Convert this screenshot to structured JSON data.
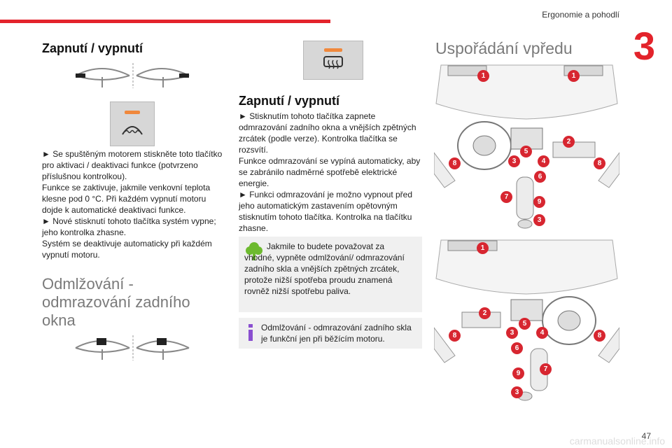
{
  "header": {
    "title": "Ergonomie a pohodlí",
    "chapter": "3"
  },
  "left": {
    "heading": "Zapnutí / vypnutí",
    "paragraphs": [
      "► Se spuštěným motorem stiskněte toto tlačítko pro aktivaci / deaktivaci funkce (potvrzeno příslušnou kontrolkou).",
      "Funkce se zaktivuje, jakmile venkovní teplota klesne pod 0 °C. Při každém vypnutí motoru dojde k automatické deaktivaci funkce.",
      "► Nové stisknutí tohoto tlačítka systém vypne; jeho kontrolka zhasne.",
      "Systém se deaktivuje automaticky při každém vypnutí motoru."
    ],
    "heading2_line1": "Odmlžování -",
    "heading2_line2": "odmrazování zadního",
    "heading2_line3": "okna"
  },
  "middle": {
    "heading": "Zapnutí / vypnutí",
    "paragraphs": [
      "► Stisknutím tohoto tlačítka zapnete odmrazování zadního okna a vnějších zpětných zrcátek (podle verze). Kontrolka tlačítka se rozsvítí.",
      "Funkce odmrazování se vypíná automaticky, aby se zabránilo nadměrné spotřebě elektrické energie.",
      "► Funkci odmrazování je možno vypnout před jeho automatickým zastavením opětovným stisknutím tohoto tlačítka. Kontrolka na tlačítku zhasne."
    ],
    "eco_note": "Jakmile to budete považovat za vhodné, vypněte odmlžování/ odmrazování zadního skla a vnějších zpětných zrcátek, protože nižší spotřeba proudu znamená rovněž nižší spotřebu paliva.",
    "info_note": "Odmlžování - odmrazování zadního skla je funkční jen při běžícím motoru."
  },
  "right": {
    "heading": "Uspořádání vpředu",
    "markers_top": [
      "1",
      "1",
      "2",
      "5",
      "3",
      "4",
      "8",
      "8",
      "6",
      "7",
      "9",
      "3"
    ],
    "markers_bottom": [
      "1",
      "2",
      "5",
      "3",
      "4",
      "8",
      "8",
      "6",
      "9",
      "7",
      "3"
    ]
  },
  "footer": {
    "page": "47",
    "url": "carmanualsonline.info"
  },
  "colors": {
    "accent": "#e3232b",
    "icon_orange": "#f0883c",
    "eco_green": "#6dba2f",
    "info_purple": "#8a4fd0"
  },
  "icons": [
    "steering-wheel-icon",
    "windshield-defrost-icon",
    "rear-window-defrost-icon",
    "eco-tree-icon",
    "info-icon"
  ]
}
